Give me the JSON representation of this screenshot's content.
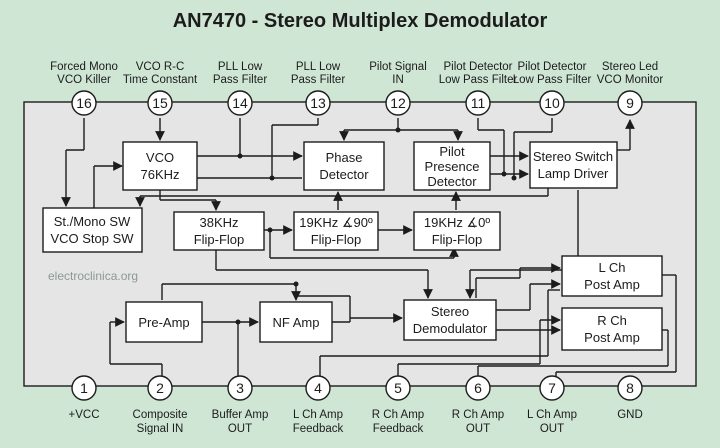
{
  "title": "AN7470 - Stereo Multiplex Demodulator",
  "watermark": "electroclinica.org",
  "colors": {
    "background": "#cfe6d5",
    "chip": "#e5e5e5",
    "block": "#ffffff",
    "line": "#1c1c1c"
  },
  "top_pins": [
    {
      "num": "16",
      "label1": "Forced Mono",
      "label2": "VCO Killer"
    },
    {
      "num": "15",
      "label1": "VCO R-C",
      "label2": "Time Constant"
    },
    {
      "num": "14",
      "label1": "PLL Low",
      "label2": "Pass Filter"
    },
    {
      "num": "13",
      "label1": "PLL Low",
      "label2": "Pass Filter"
    },
    {
      "num": "12",
      "label1": "Pilot Signal",
      "label2": "IN"
    },
    {
      "num": "11",
      "label1": "Pilot Detector",
      "label2": "Low Pass Filter"
    },
    {
      "num": "10",
      "label1": "Pilot Detector",
      "label2": "Low Pass Filter"
    },
    {
      "num": "9",
      "label1": "Stereo Led",
      "label2": "VCO Monitor"
    }
  ],
  "bottom_pins": [
    {
      "num": "1",
      "label1": "+VCC",
      "label2": ""
    },
    {
      "num": "2",
      "label1": "Composite",
      "label2": "Signal IN"
    },
    {
      "num": "3",
      "label1": "Buffer Amp",
      "label2": "OUT"
    },
    {
      "num": "4",
      "label1": "L Ch Amp",
      "label2": "Feedback"
    },
    {
      "num": "5",
      "label1": "R Ch Amp",
      "label2": "Feedback"
    },
    {
      "num": "6",
      "label1": "R Ch Amp",
      "label2": "OUT"
    },
    {
      "num": "7",
      "label1": "L Ch Amp",
      "label2": "OUT"
    },
    {
      "num": "8",
      "label1": "GND",
      "label2": ""
    }
  ],
  "blocks": {
    "vco": {
      "line1": "VCO",
      "line2": "76KHz"
    },
    "phase": {
      "line1": "Phase",
      "line2": "Detector"
    },
    "pilot": {
      "line1": "Pilot",
      "line2": "Presence",
      "line3": "Detector"
    },
    "stereo_switch": {
      "line1": "Stereo Switch",
      "line2": "Lamp Driver"
    },
    "st_mono": {
      "line1": "St./Mono SW",
      "line2": "VCO Stop SW"
    },
    "ff38": {
      "line1": "38KHz",
      "line2": "Flip-Flop"
    },
    "ff19_90": {
      "line1": "19KHz ∡90º",
      "line2": "Flip-Flop"
    },
    "ff19_0": {
      "line1": "19KHz ∡0º",
      "line2": "Flip-Flop"
    },
    "preamp": {
      "line1": "Pre-Amp"
    },
    "nfamp": {
      "line1": "NF Amp"
    },
    "stereo_demod": {
      "line1": "Stereo",
      "line2": "Demodulator"
    },
    "lch_post": {
      "line1": "L Ch",
      "line2": "Post Amp"
    },
    "rch_post": {
      "line1": "R Ch",
      "line2": "Post Amp"
    }
  }
}
